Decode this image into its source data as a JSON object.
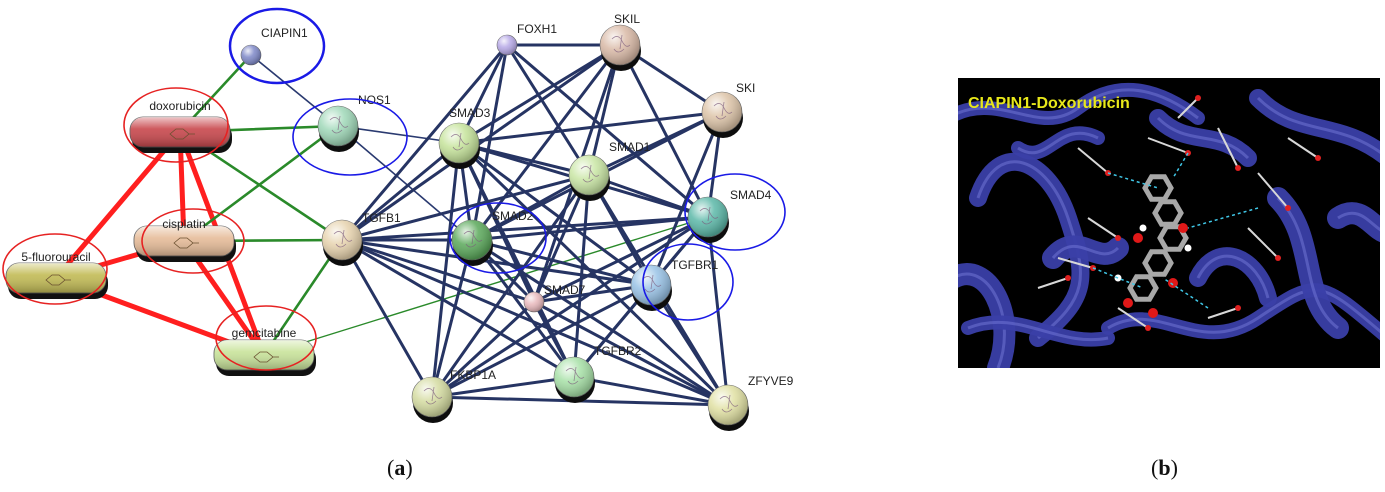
{
  "panel_a": {
    "caption_prefix": "(",
    "caption_letter": "a",
    "caption_suffix": ")",
    "nodes": [
      {
        "id": "CIAPIN1",
        "label": "CIAPIN1",
        "kind": "protein-small",
        "color": "#7e88c8"
      },
      {
        "id": "FOXH1",
        "label": "FOXH1",
        "kind": "protein-small",
        "color": "#b6a8e6"
      },
      {
        "id": "SKIL",
        "label": "SKIL",
        "kind": "protein",
        "color": "#d9b9a6"
      },
      {
        "id": "SKI",
        "label": "SKI",
        "kind": "protein",
        "color": "#ddc4a8"
      },
      {
        "id": "NOS1",
        "label": "NOS1",
        "kind": "protein",
        "color": "#9fd8b8"
      },
      {
        "id": "SMAD3",
        "label": "SMAD3",
        "kind": "protein",
        "color": "#c5e39a"
      },
      {
        "id": "SMAD1",
        "label": "SMAD1",
        "kind": "protein",
        "color": "#c9e6a4"
      },
      {
        "id": "SMAD4",
        "label": "SMAD4",
        "kind": "protein",
        "color": "#5bb8a8"
      },
      {
        "id": "TGFB1",
        "label": "TGFB1",
        "kind": "protein",
        "color": "#e6d2ad"
      },
      {
        "id": "SMAD2",
        "label": "SMAD2",
        "kind": "protein",
        "color": "#5aa85a"
      },
      {
        "id": "TGFBR1",
        "label": "TGFBR1",
        "kind": "protein",
        "color": "#98c2e6"
      },
      {
        "id": "SMAD7",
        "label": "SMAD7",
        "kind": "protein-small",
        "color": "#e8b8bc"
      },
      {
        "id": "FKBP1A",
        "label": "FKBP1A",
        "kind": "protein",
        "color": "#d4dba0"
      },
      {
        "id": "TGFBR2",
        "label": "TGFBR2",
        "kind": "protein",
        "color": "#a6e0a6"
      },
      {
        "id": "ZFYVE9",
        "label": "ZFYVE9",
        "kind": "protein",
        "color": "#e0e0a2"
      },
      {
        "id": "doxorubicin",
        "label": "doxorubicin",
        "kind": "drug",
        "color": "#c8474c"
      },
      {
        "id": "cisplatin",
        "label": "cisplatin",
        "kind": "drug",
        "color": "#e6bc99"
      },
      {
        "id": "5-fluorouracil",
        "label": "5-fluorouracil",
        "kind": "drug",
        "color": "#c2bb55"
      },
      {
        "id": "gemcitabine",
        "label": "gemcitabine",
        "kind": "drug",
        "color": "#c8e39a"
      }
    ],
    "highlight_circles": [
      {
        "node": "CIAPIN1",
        "color": "#1a1ae6"
      },
      {
        "node": "NOS1",
        "color": "#1a1ae6"
      },
      {
        "node": "SMAD2",
        "color": "#1a1ae6"
      },
      {
        "node": "SMAD4",
        "color": "#1a1ae6"
      },
      {
        "node": "TGFBR1",
        "color": "#1a1ae6"
      },
      {
        "node": "doxorubicin",
        "color": "#e62222"
      },
      {
        "node": "cisplatin",
        "color": "#e62222"
      },
      {
        "node": "5-fluorouracil",
        "color": "#e62222"
      },
      {
        "node": "gemcitabine",
        "color": "#e62222"
      }
    ],
    "edge_colors": {
      "protein": "#263463",
      "drug_drug": "#ff1f1f",
      "drug_protein": "#2a8a2a",
      "thin": "#2a3a70"
    },
    "edges": [
      {
        "s": "doxorubicin",
        "t": "cisplatin",
        "type": "drug_drug"
      },
      {
        "s": "doxorubicin",
        "t": "5-fluorouracil",
        "type": "drug_drug"
      },
      {
        "s": "doxorubicin",
        "t": "gemcitabine",
        "type": "drug_drug"
      },
      {
        "s": "cisplatin",
        "t": "5-fluorouracil",
        "type": "drug_drug"
      },
      {
        "s": "cisplatin",
        "t": "gemcitabine",
        "type": "drug_drug"
      },
      {
        "s": "5-fluorouracil",
        "t": "gemcitabine",
        "type": "drug_drug"
      },
      {
        "s": "doxorubicin",
        "t": "CIAPIN1",
        "type": "drug_protein"
      },
      {
        "s": "doxorubicin",
        "t": "NOS1",
        "type": "drug_protein"
      },
      {
        "s": "doxorubicin",
        "t": "TGFB1",
        "type": "drug_protein"
      },
      {
        "s": "cisplatin",
        "t": "NOS1",
        "type": "drug_protein"
      },
      {
        "s": "cisplatin",
        "t": "TGFB1",
        "type": "drug_protein"
      },
      {
        "s": "gemcitabine",
        "t": "TGFB1",
        "type": "drug_protein"
      },
      {
        "s": "gemcitabine",
        "t": "SMAD4",
        "type": "drug_protein_thin"
      },
      {
        "s": "CIAPIN1",
        "t": "NOS1",
        "type": "thin"
      },
      {
        "s": "NOS1",
        "t": "SMAD3",
        "type": "thin"
      },
      {
        "s": "NOS1",
        "t": "SMAD2",
        "type": "thin"
      },
      {
        "s": "FOXH1",
        "t": "SMAD3",
        "type": "protein"
      },
      {
        "s": "FOXH1",
        "t": "SMAD2",
        "type": "protein"
      },
      {
        "s": "FOXH1",
        "t": "SMAD4",
        "type": "protein"
      },
      {
        "s": "FOXH1",
        "t": "SKIL",
        "type": "protein"
      },
      {
        "s": "FOXH1",
        "t": "TGFB1",
        "type": "protein"
      },
      {
        "s": "FOXH1",
        "t": "SMAD1",
        "type": "protein"
      },
      {
        "s": "SKIL",
        "t": "SMAD3",
        "type": "protein"
      },
      {
        "s": "SKIL",
        "t": "SMAD2",
        "type": "protein"
      },
      {
        "s": "SKIL",
        "t": "SMAD4",
        "type": "protein"
      },
      {
        "s": "SKIL",
        "t": "SMAD1",
        "type": "protein"
      },
      {
        "s": "SKIL",
        "t": "SKI",
        "type": "protein"
      },
      {
        "s": "SKIL",
        "t": "SMAD7",
        "type": "protein"
      },
      {
        "s": "SKIL",
        "t": "TGFB1",
        "type": "protein"
      },
      {
        "s": "SKI",
        "t": "SMAD3",
        "type": "protein"
      },
      {
        "s": "SKI",
        "t": "SMAD2",
        "type": "protein"
      },
      {
        "s": "SKI",
        "t": "SMAD4",
        "type": "protein"
      },
      {
        "s": "SKI",
        "t": "SMAD1",
        "type": "protein"
      },
      {
        "s": "SKI",
        "t": "TGFBR1",
        "type": "protein"
      },
      {
        "s": "SMAD3",
        "t": "SMAD1",
        "type": "protein"
      },
      {
        "s": "SMAD3",
        "t": "SMAD2",
        "type": "protein"
      },
      {
        "s": "SMAD3",
        "t": "SMAD4",
        "type": "protein"
      },
      {
        "s": "SMAD3",
        "t": "TGFB1",
        "type": "protein"
      },
      {
        "s": "SMAD3",
        "t": "SMAD7",
        "type": "protein"
      },
      {
        "s": "SMAD3",
        "t": "TGFBR1",
        "type": "protein"
      },
      {
        "s": "SMAD3",
        "t": "FKBP1A",
        "type": "protein"
      },
      {
        "s": "SMAD3",
        "t": "TGFBR2",
        "type": "protein"
      },
      {
        "s": "SMAD3",
        "t": "ZFYVE9",
        "type": "protein"
      },
      {
        "s": "SMAD1",
        "t": "SMAD2",
        "type": "protein"
      },
      {
        "s": "SMAD1",
        "t": "SMAD4",
        "type": "protein"
      },
      {
        "s": "SMAD1",
        "t": "TGFBR1",
        "type": "protein"
      },
      {
        "s": "SMAD1",
        "t": "SMAD7",
        "type": "protein"
      },
      {
        "s": "SMAD1",
        "t": "TGFBR2",
        "type": "protein"
      },
      {
        "s": "SMAD1",
        "t": "TGFB1",
        "type": "protein"
      },
      {
        "s": "SMAD1",
        "t": "FKBP1A",
        "type": "protein"
      },
      {
        "s": "SMAD1",
        "t": "ZFYVE9",
        "type": "protein"
      },
      {
        "s": "SMAD2",
        "t": "SMAD4",
        "type": "protein"
      },
      {
        "s": "SMAD2",
        "t": "TGFB1",
        "type": "protein"
      },
      {
        "s": "SMAD2",
        "t": "TGFBR1",
        "type": "protein"
      },
      {
        "s": "SMAD2",
        "t": "TGFBR2",
        "type": "protein"
      },
      {
        "s": "SMAD2",
        "t": "SMAD7",
        "type": "protein"
      },
      {
        "s": "SMAD2",
        "t": "FKBP1A",
        "type": "protein"
      },
      {
        "s": "SMAD2",
        "t": "ZFYVE9",
        "type": "protein"
      },
      {
        "s": "SMAD4",
        "t": "TGFBR1",
        "type": "protein"
      },
      {
        "s": "SMAD4",
        "t": "TGFB1",
        "type": "protein"
      },
      {
        "s": "SMAD4",
        "t": "TGFBR2",
        "type": "protein"
      },
      {
        "s": "SMAD4",
        "t": "SMAD7",
        "type": "protein"
      },
      {
        "s": "SMAD4",
        "t": "ZFYVE9",
        "type": "protein"
      },
      {
        "s": "SMAD4",
        "t": "FKBP1A",
        "type": "protein"
      },
      {
        "s": "TGFB1",
        "t": "TGFBR1",
        "type": "protein"
      },
      {
        "s": "TGFB1",
        "t": "TGFBR2",
        "type": "protein"
      },
      {
        "s": "TGFB1",
        "t": "SMAD7",
        "type": "protein"
      },
      {
        "s": "TGFB1",
        "t": "FKBP1A",
        "type": "protein"
      },
      {
        "s": "TGFB1",
        "t": "ZFYVE9",
        "type": "protein"
      },
      {
        "s": "TGFBR1",
        "t": "TGFBR2",
        "type": "protein"
      },
      {
        "s": "TGFBR1",
        "t": "SMAD7",
        "type": "protein"
      },
      {
        "s": "TGFBR1",
        "t": "FKBP1A",
        "type": "protein"
      },
      {
        "s": "TGFBR1",
        "t": "ZFYVE9",
        "type": "protein"
      },
      {
        "s": "TGFBR2",
        "t": "SMAD7",
        "type": "protein"
      },
      {
        "s": "TGFBR2",
        "t": "FKBP1A",
        "type": "protein"
      },
      {
        "s": "TGFBR2",
        "t": "ZFYVE9",
        "type": "protein"
      },
      {
        "s": "FKBP1A",
        "t": "ZFYVE9",
        "type": "protein"
      },
      {
        "s": "FKBP1A",
        "t": "SMAD7",
        "type": "protein"
      },
      {
        "s": "SMAD7",
        "t": "ZFYVE9",
        "type": "protein"
      }
    ]
  },
  "panel_b": {
    "title": "CIAPIN1-Doxorubicin",
    "title_color": "#e8e81a",
    "background_color": "#000000",
    "ribbon_color": "#3a3fa8",
    "caption_prefix": "(",
    "caption_letter": "b",
    "caption_suffix": ")"
  }
}
